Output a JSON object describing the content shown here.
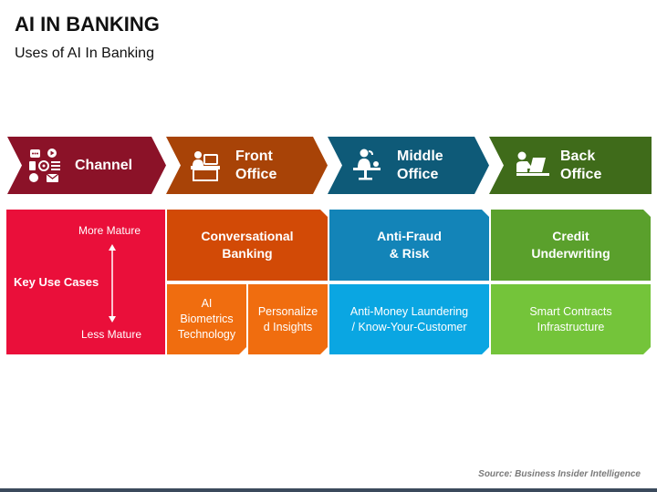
{
  "header": {
    "title": "AI IN BANKING",
    "subtitle": "Uses of AI In Banking"
  },
  "chevrons": [
    {
      "label": "Channel",
      "icon": "channel-apps-icon",
      "color": "#8b1228"
    },
    {
      "label": "Front\nOffice",
      "icon": "front-desk-icon",
      "color": "#a84307"
    },
    {
      "label": "Middle\nOffice",
      "icon": "phone-desk-icon",
      "color": "#0e5a78"
    },
    {
      "label": "Back\nOffice",
      "icon": "laptop-worker-icon",
      "color": "#3f6b1a"
    }
  ],
  "key_use_cases": {
    "label": "Key Use Cases",
    "more_mature": "More Mature",
    "less_mature": "Less Mature",
    "color": "#ea0f3a"
  },
  "front_office": {
    "top": "Conversational\nBanking",
    "top_color": "#d24a06",
    "bottom_left": "AI\nBiometrics\nTechnology",
    "bottom_left_color": "#f06d0f",
    "bottom_right": "Personalize\nd Insights",
    "bottom_right_color": "#f06d0f"
  },
  "middle_office": {
    "top": "Anti-Fraud\n& Risk",
    "top_color": "#1384b8",
    "bottom": "Anti-Money Laundering\n/ Know-Your-Customer",
    "bottom_color": "#0aa6e2"
  },
  "back_office": {
    "top": "Credit\nUnderwriting",
    "top_color": "#5aa02c",
    "bottom": "Smart Contracts\nInfrastructure",
    "bottom_color": "#74c43a"
  },
  "source": "Source: Business Insider Intelligence"
}
